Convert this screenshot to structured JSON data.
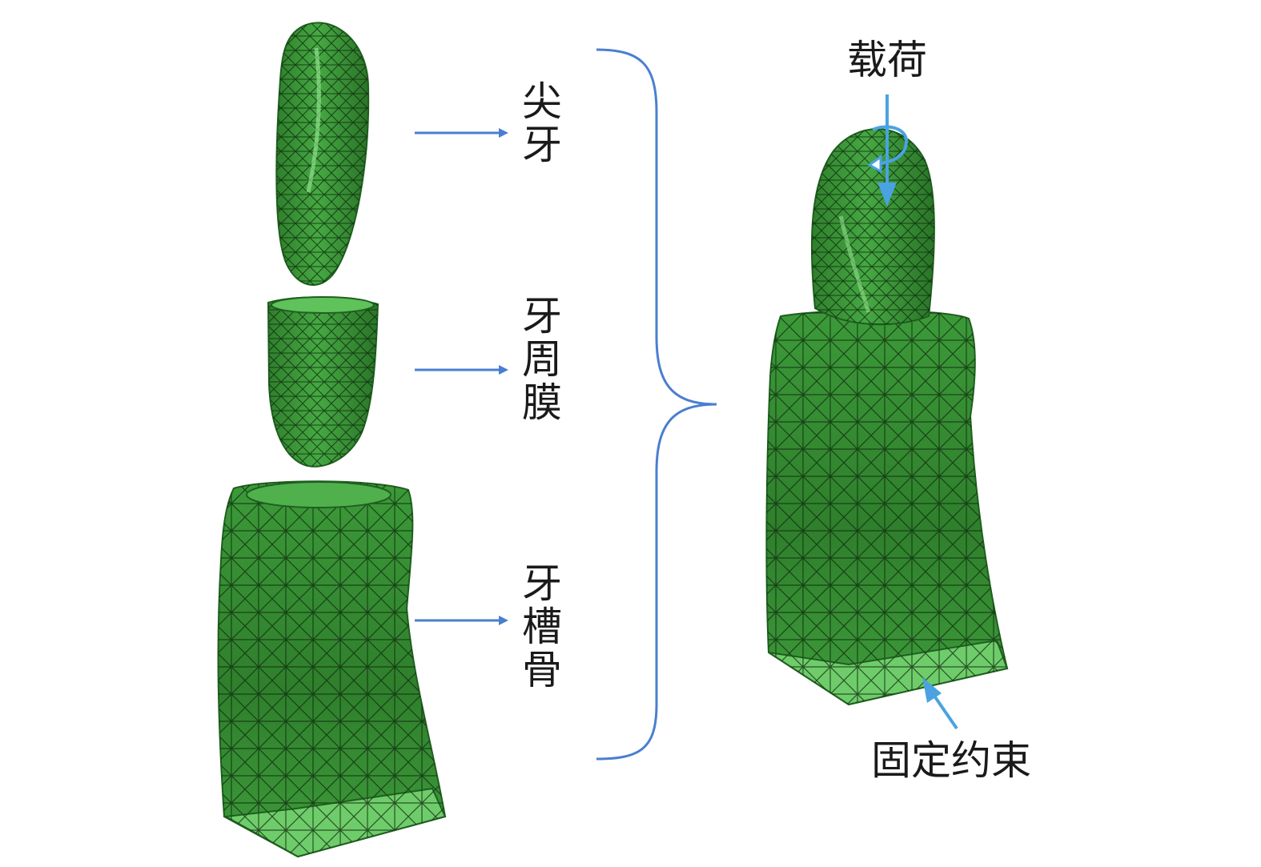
{
  "labels": {
    "canine": "尖牙",
    "pdl": "牙周膜",
    "bone": "牙槽骨",
    "load": "载荷",
    "fixed": "固定约束"
  },
  "colors": {
    "mesh_fill": "#3f9e3c",
    "mesh_dark": "#1f5f1f",
    "mesh_light": "#7fd07a",
    "mesh_line": "#0d2a0d",
    "arrow_blue": "#4a7fcf",
    "load_arrow": "#4aa3e0",
    "text": "#1a1a1a"
  }
}
